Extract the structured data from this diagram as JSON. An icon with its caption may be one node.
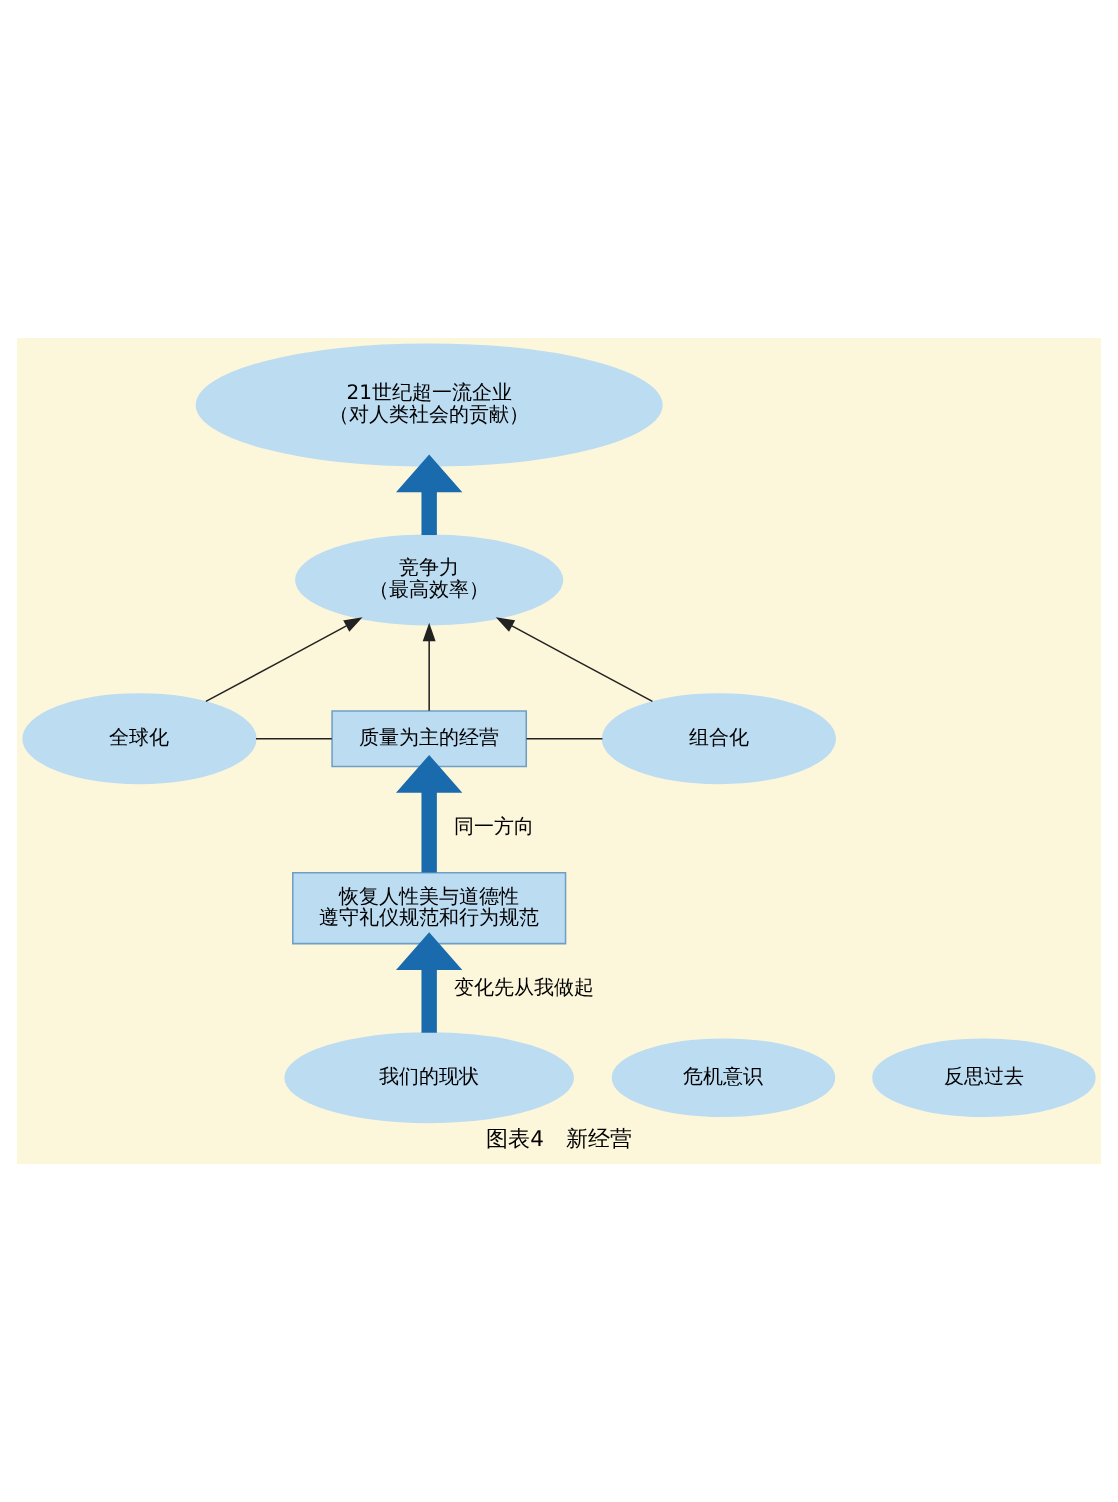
{
  "diagram": {
    "caption": "图表4　新经营",
    "nodes": [
      {
        "text": [
          "21世纪超一流企业",
          "（对人类社会的贡献）"
        ]
      },
      {
        "text": [
          "竞争力",
          "（最高效率）"
        ]
      },
      {
        "text": [
          "全球化"
        ]
      },
      {
        "text": [
          "组合化"
        ]
      },
      {
        "text": [
          "质量为主的经营"
        ]
      },
      {
        "text": [
          "恢复人性美与道德性",
          "遵守礼仪规范和行为规范"
        ]
      },
      {
        "text": [
          "我们的现状"
        ]
      },
      {
        "text": [
          "危机意识"
        ]
      },
      {
        "text": [
          "反思过去"
        ]
      }
    ],
    "edges": [
      {
        "from": 1,
        "to": 0,
        "arrow": "to",
        "style": "thick",
        "color": "#1a6aae"
      },
      {
        "from": 2,
        "to": 1,
        "arrow": "to"
      },
      {
        "from": 3,
        "to": 1,
        "arrow": "to"
      },
      {
        "from": 4,
        "to": 1,
        "arrow": "to"
      },
      {
        "from": 2,
        "to": 4,
        "arrow": "none"
      },
      {
        "from": 3,
        "to": 4,
        "arrow": "none"
      },
      {
        "from": 5,
        "to": 4,
        "arrow": "to",
        "label": "同一方向",
        "style": "thick",
        "color": "#1a6aae"
      },
      {
        "from": 6,
        "to": 5,
        "arrow": "to",
        "label": "变化先从我做起",
        "style": "thick",
        "color": "#1a6aae"
      }
    ]
  }
}
